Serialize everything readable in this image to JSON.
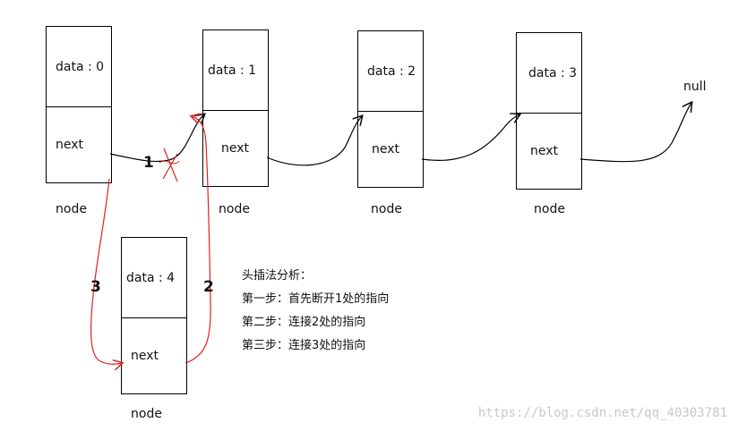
{
  "nodes": [
    {
      "data_label": "data : 0",
      "next_label": "next",
      "caption": "node"
    },
    {
      "data_label": "data : 1",
      "next_label": "next",
      "caption": "node"
    },
    {
      "data_label": "data : 2",
      "next_label": "next",
      "caption": "node"
    },
    {
      "data_label": "data : 3",
      "next_label": "next",
      "caption": "node"
    },
    {
      "data_label": "data : 4",
      "next_label": "next",
      "caption": "node"
    }
  ],
  "null_label": "null",
  "step_numbers": [
    "1",
    "2",
    "3"
  ],
  "notes": {
    "title": "头插法分析：",
    "step1": "第一步：首先断开1处的指向",
    "step2": "第二步：连接2处的指向",
    "step3": "第三步：连接3处的指向"
  },
  "watermark": "https://blog.csdn.net/qq_40303781",
  "colors": {
    "line": "#000000",
    "annotation": "#e02020"
  }
}
